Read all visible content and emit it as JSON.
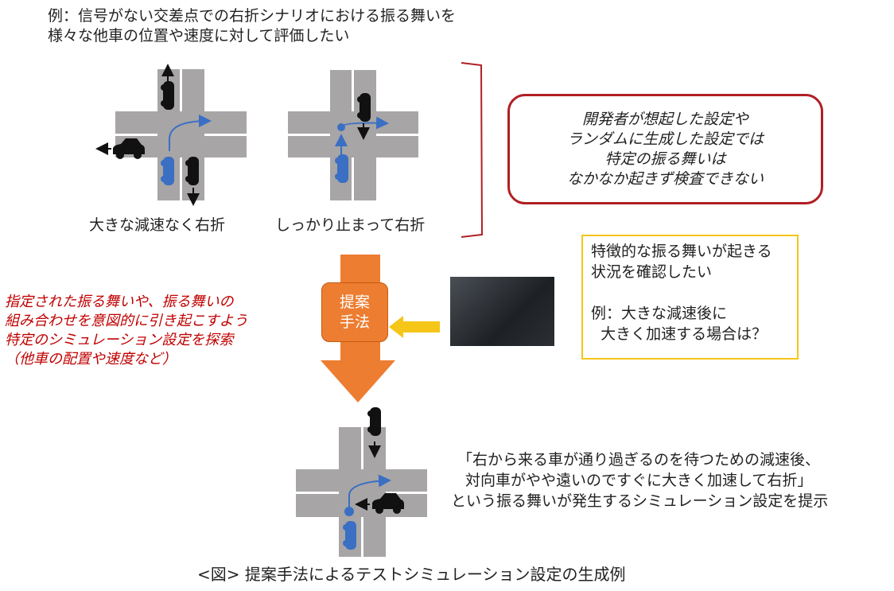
{
  "intro": {
    "line1": "例：信号がない交差点での右折シナリオにおける振る舞いを",
    "line2": "様々な他車の位置や速度に対して評価したい"
  },
  "scenarios": [
    {
      "caption": "大きな減速なく右折"
    },
    {
      "caption": "しっかり止まって右折"
    }
  ],
  "problem_box": {
    "lines": [
      "開発者が想起した設定や",
      "ランダムに生成した設定では",
      "特定の振る舞いは",
      "なかなか起きず検査できない"
    ]
  },
  "method_box": {
    "label": "提案\n手法"
  },
  "method_description": "指定された振る舞いや、振る舞いの\n組み合わせを意図的に引き起こすよう\n特定のシミュレーション設定を探索\n（他車の配置や速度など）",
  "user_request": "特徴的な振る舞いが起きる\n状況を確認したい\n\n例：大きな減速後に\n  大きく加速する場合は？",
  "result": {
    "line1": "「右から来る車が通り過ぎるのを待つための減速後、",
    "line2": "対向車がやや遠いのですぐに大きく加速して右折」",
    "line3": "という振る舞いが発生するシミュレーション設定を提示"
  },
  "figure_caption": "<図>  提案手法によるテストシミュレーション設定の生成例",
  "colors": {
    "road": "#a7a5a5",
    "ego": "#3a6fc4",
    "orange": "#ed7d31",
    "red": "#b01f24",
    "yellow": "#f5c518"
  }
}
